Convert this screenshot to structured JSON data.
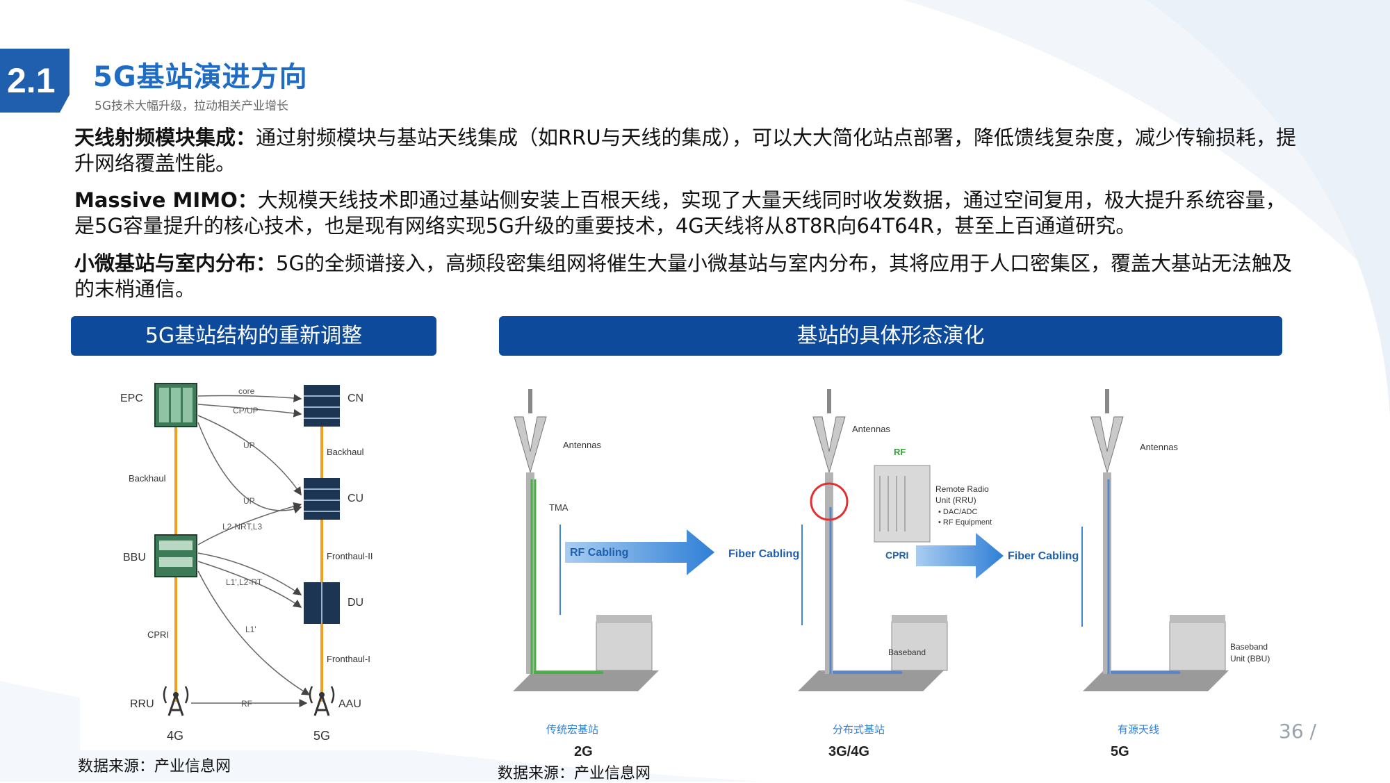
{
  "header": {
    "section_number": "2.1",
    "title": "5G基站演进方向",
    "subtitle": "5G技术大幅升级，拉动相关产业增长"
  },
  "paragraphs": [
    {
      "lead": "天线射频模块集成：",
      "text": "通过射频模块与基站天线集成（如RRU与天线的集成），可以大大简化站点部署，降低馈线复杂度，减少传输损耗，提升网络覆盖性能。"
    },
    {
      "lead": "Massive MIMO：",
      "text": "大规模天线技术即通过基站侧安装上百根天线，实现了大量天线同时收发数据，通过空间复用，极大提升系统容量，是5G容量提升的核心技术，也是现有网络实现5G升级的重要技术，4G天线将从8T8R向64T64R，甚至上百通道研究。"
    },
    {
      "lead": "小微基站与室内分布：",
      "text": "5G的全频谱接入，高频段密集组网将催生大量小微基站与室内分布，其将应用于人口密集区，覆盖大基站无法触及的末梢通信。"
    }
  ],
  "left_panel": {
    "bar_title": "5G基站结构的重新调整",
    "source": "数据来源：产业信息网",
    "diagram": {
      "left_nodes": [
        "EPC",
        "BBU",
        "RRU"
      ],
      "right_nodes": [
        "CN",
        "CU",
        "DU",
        "AAU"
      ],
      "left_links": [
        "Backhaul",
        "CPRI"
      ],
      "right_links": [
        "Backhaul",
        "Fronthaul-II",
        "Fronthaul-I"
      ],
      "flows": [
        "core",
        "CP/UP",
        "UP",
        "UP",
        "L2-NRT,L3",
        "L1',L2-RT",
        "L1'",
        "RF"
      ],
      "columns": [
        "4G",
        "5G"
      ]
    }
  },
  "right_panel": {
    "bar_title": "基站的具体形态演化",
    "source": "数据来源：产业信息网",
    "diagram": {
      "labels": {
        "antennas": "Antennas",
        "tma": "TMA",
        "rf_cabling": "RF Cabling",
        "fiber_cabling": "Fiber Cabling",
        "rf": "RF",
        "rru_title": "Remote Radio",
        "rru_title2": "Unit (RRU)",
        "rru_item1": "• DAC/ADC",
        "rru_item2": "• RF Equipment",
        "cpri": "CPRI",
        "bbu1": "Baseband",
        "bbu2": "Unit (BBU)"
      },
      "stages": [
        {
          "name": "传统宏基站",
          "gen": "2G"
        },
        {
          "name": "分布式基站",
          "gen": "3G/4G"
        },
        {
          "name": "有源天线",
          "gen": "5G"
        }
      ]
    }
  },
  "page_number": "36 /",
  "colors": {
    "accent": "#1f5fad",
    "bar": "#0e4a9c",
    "title": "#1f6cc4",
    "arrow": "#3d86d6",
    "link": "#f0a020"
  }
}
